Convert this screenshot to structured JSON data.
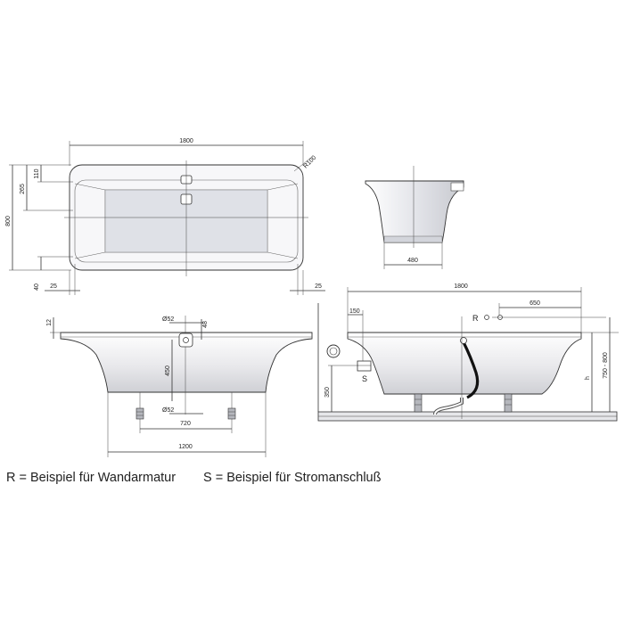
{
  "plan_view": {
    "length": "1800",
    "radius": "R100",
    "width": "800",
    "drain_offset_a": "265",
    "drain_offset_b": "110",
    "rim_offset": "40",
    "side_left": "25",
    "side_right": "25"
  },
  "end_view": {
    "base_width": "480"
  },
  "front_view": {
    "rim_height": "12",
    "overflow_diameter": "Ø52",
    "overflow_offset": "48",
    "drain_depth": "450",
    "drain_diameter": "Ø52",
    "feet_spacing": "720",
    "base_width": "1200"
  },
  "side_install": {
    "length": "1800",
    "fixture_offset": "650",
    "marker_r": "R",
    "marker_s": "S",
    "offset_150": "150",
    "height_350": "350",
    "height_h": "h",
    "height_range": "750 - 800"
  },
  "captions": {
    "r_note": "R = Beispiel für Wandarmatur",
    "s_note": "S = Beispiel für Stromanschluß"
  }
}
